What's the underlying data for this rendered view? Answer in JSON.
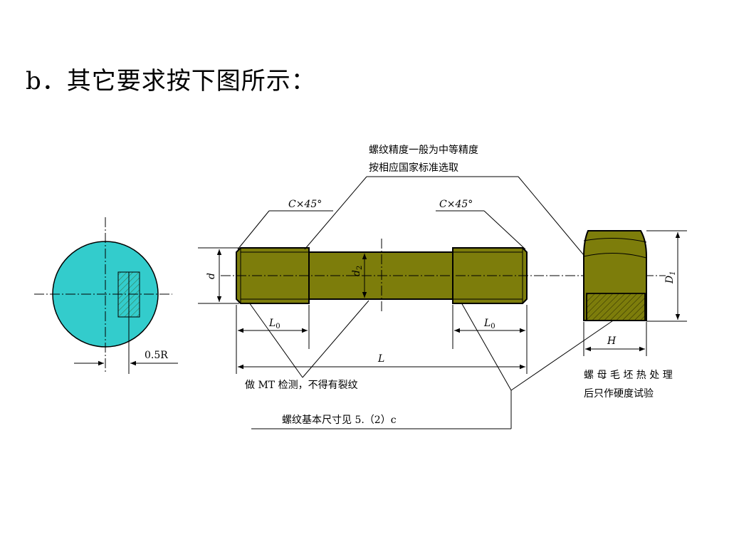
{
  "heading": "b．其它要求按下图所示：",
  "colors": {
    "bolt": "#7d7d0b",
    "section": "#33cccc",
    "hatch": "#3a8a6a",
    "nut": "#7d7d0b"
  },
  "annotations": {
    "thread_precision_line1": "螺纹精度一般为中等精度",
    "thread_precision_line2": "按相应国家标准选取",
    "chamfer_left": "C×45°",
    "chamfer_right": "C×45°",
    "dim_d": "d",
    "dim_d2": "d",
    "dim_d2_sub": "2",
    "dim_L0_left": "L",
    "dim_L0_left_sub": "0",
    "dim_L0_right": "L",
    "dim_L0_right_sub": "0",
    "dim_L": "L",
    "dim_D1": "D",
    "dim_D1_sub": "1",
    "dim_H": "H",
    "dim_05R": "0.5R",
    "mt_test": "做 MT 检测，不得有裂纹",
    "thread_size_ref": "螺纹基本尺寸见 5.（2）c",
    "nut_note_line1": "螺 母 毛 坯 热 处 理",
    "nut_note_line2": "后只作硬度试验"
  }
}
